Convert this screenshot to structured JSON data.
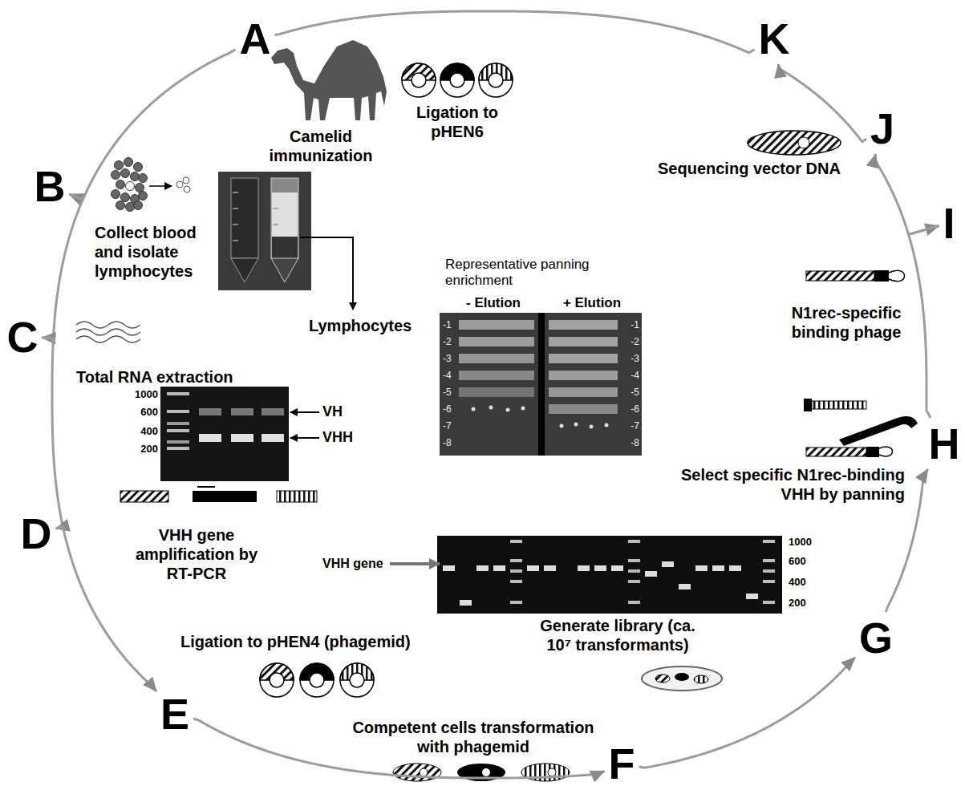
{
  "diagram": {
    "nodes": [
      {
        "text": [
          "A"
        ]
      },
      {
        "text": [
          "B"
        ]
      },
      {
        "text": [
          "C"
        ]
      },
      {
        "text": [
          "D"
        ]
      },
      {
        "text": [
          "E"
        ]
      },
      {
        "text": [
          "F"
        ]
      },
      {
        "text": [
          "G"
        ]
      },
      {
        "text": [
          "H"
        ]
      },
      {
        "text": [
          "I"
        ]
      },
      {
        "text": [
          "J"
        ]
      },
      {
        "text": [
          "K"
        ]
      }
    ],
    "edges": [
      {
        "from": 0,
        "to": 1,
        "arrow": "to"
      },
      {
        "from": 1,
        "to": 2,
        "arrow": "to"
      },
      {
        "from": 2,
        "to": 3,
        "arrow": "to"
      },
      {
        "from": 3,
        "to": 4,
        "arrow": "to"
      },
      {
        "from": 4,
        "to": 5,
        "arrow": "to"
      },
      {
        "from": 5,
        "to": 6,
        "arrow": "to"
      },
      {
        "from": 6,
        "to": 7,
        "arrow": "to"
      },
      {
        "from": 7,
        "to": 8,
        "arrow": "to"
      },
      {
        "from": 8,
        "to": 9,
        "arrow": "to"
      },
      {
        "from": 9,
        "to": 10,
        "arrow": "to"
      },
      {
        "from": 10,
        "to": 0,
        "arrow": "none"
      }
    ],
    "labels": [
      "Camelid immunization",
      "Ligation to pHEN6",
      "Sequencing vector DNA",
      "Collect blood and isolate lymphocytes",
      "Lymphocytes",
      "Representative panning enrichment",
      "- Elution",
      "+ Elution",
      "-1",
      "-2",
      "-3",
      "-4",
      "-5",
      "-6",
      "-7",
      "-8",
      "-1",
      "-2",
      "-3",
      "-4",
      "-5",
      "-6",
      "-7",
      "-8",
      "N1rec-specific binding phage",
      "Total RNA extraction",
      "1000",
      "600",
      "400",
      "200",
      "VH",
      "VHH",
      "Select specific N1rec-binding VHH by panning",
      "VHH gene amplification by RT-PCR",
      "VHH gene",
      "1000",
      "600",
      "400",
      "200",
      "Generate library (ca. 10⁷ transformants)",
      "Ligation to pHEN4 (phagemid)",
      "Competent cells transformation with phagemid"
    ]
  }
}
